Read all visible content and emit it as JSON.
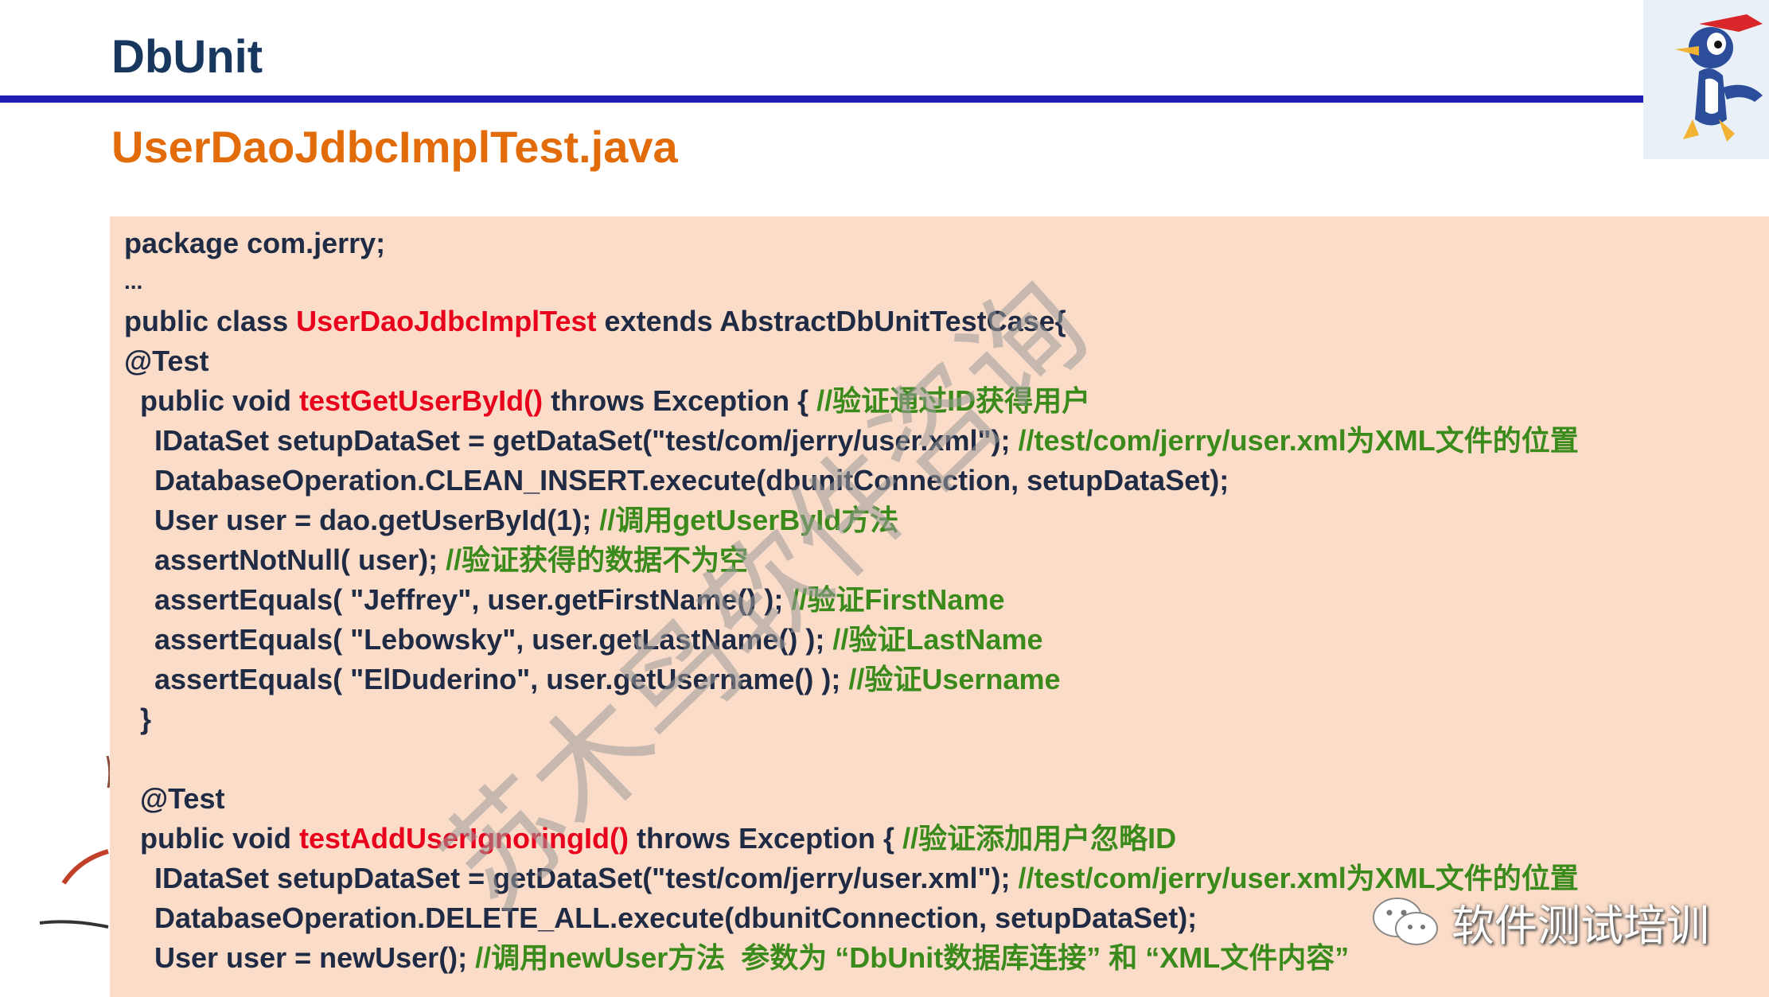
{
  "slide": {
    "title": "DbUnit",
    "subtitle": "UserDaoJdbcImplTest.java"
  },
  "code": {
    "l1": "package com.jerry;",
    "l2": "...",
    "l3_a": "public class ",
    "l3_b": "UserDaoJdbcImplTest",
    "l3_c": " extends AbstractDbUnitTestCase{",
    "l4": "@Test",
    "l5_a": "public void ",
    "l5_b": "testGetUserById()",
    "l5_c": " throws Exception { ",
    "l5_d": "//验证通过ID获得用户",
    "l6_a": "IDataSet setupDataSet = getDataSet(\"test/com/jerry/user.xml\"); ",
    "l6_b": "//test/com/jerry/user.xml为XML文件的位置",
    "l7": "DatabaseOperation.CLEAN_INSERT.execute(dbunitConnection, setupDataSet);",
    "l8_a": "User user = dao.getUserById(1); ",
    "l8_b": "//调用getUserById方法",
    "l9_a": "assertNotNull( user); ",
    "l9_b": "//验证获得的数据不为空",
    "l10_a": "assertEquals( \"Jeffrey\", user.getFirstName() ); ",
    "l10_b": "//验证FirstName",
    "l11_a": "assertEquals( \"Lebowsky\", user.getLastName() ); ",
    "l11_b": "//验证LastName",
    "l12_a": "assertEquals( \"ElDuderino\", user.getUsername() ); ",
    "l12_b": "//验证Username",
    "l13": "}",
    "l14": "@Test",
    "l15_a": "public void ",
    "l15_b": "testAddUserIgnoringId()",
    "l15_c": " throws Exception { ",
    "l15_d": "//验证添加用户忽略ID",
    "l16_a": "IDataSet setupDataSet = getDataSet(\"test/com/jerry/user.xml\"); ",
    "l16_b": "//test/com/jerry/user.xml为XML文件的位置",
    "l17": "DatabaseOperation.DELETE_ALL.execute(dbunitConnection, setupDataSet);",
    "l18_a": "User user = newUser(); ",
    "l18_b": "//调用newUser方法  参数为 “DbUnit数据库连接” 和 “XML文件内容”"
  },
  "watermark": {
    "text": "苏木鸟软件咨询"
  },
  "badge": {
    "label": "软件测试培训",
    "icon": "wechat-icon"
  },
  "colors": {
    "title": "#17375e",
    "rule": "#1f1fb4",
    "subtitle": "#e36c0a",
    "panel": "#fbdcc8",
    "highlight": "#e8001c",
    "comment": "#3a8a1c"
  }
}
